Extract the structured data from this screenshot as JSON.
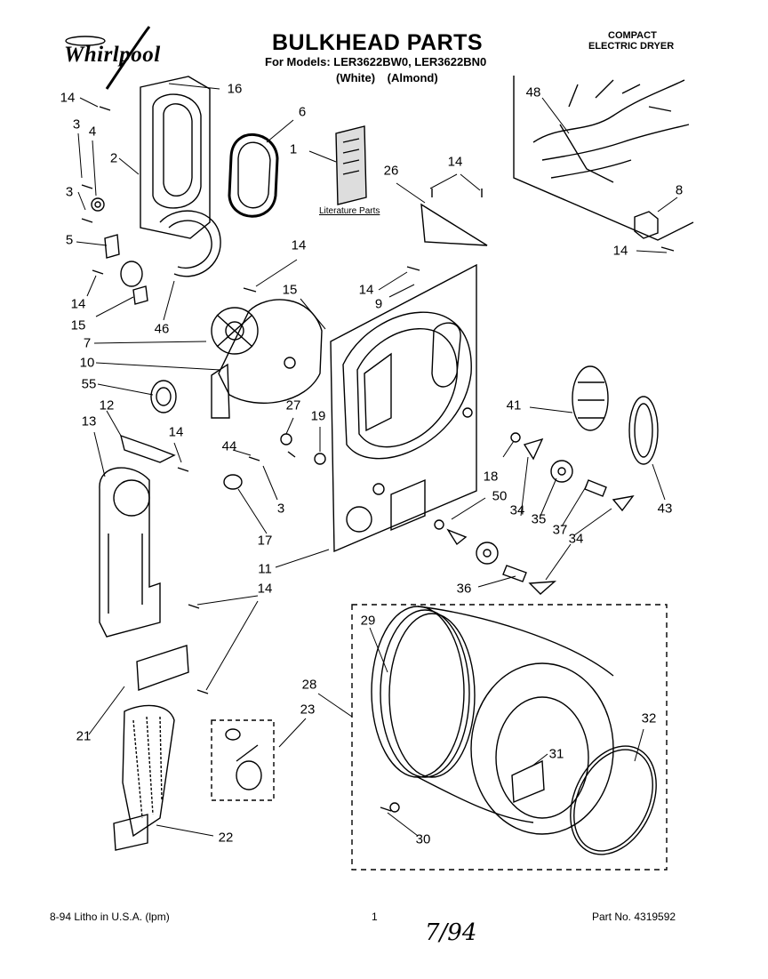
{
  "brand": "Whirlpool",
  "title": "BULKHEAD PARTS",
  "models": "For Models: LER3622BW0, LER3622BN0",
  "colors": "(White)   (Almond)",
  "category_line1": "COMPACT",
  "category_line2": "ELECTRIC DRYER",
  "literature_label": "Literature Parts",
  "callouts": [
    {
      "id": "c14a",
      "text": "14"
    },
    {
      "id": "c16",
      "text": "16"
    },
    {
      "id": "c6",
      "text": "6"
    },
    {
      "id": "c3a",
      "text": "3"
    },
    {
      "id": "c4",
      "text": "4"
    },
    {
      "id": "c2",
      "text": "2"
    },
    {
      "id": "c3b",
      "text": "3"
    },
    {
      "id": "c5",
      "text": "5"
    },
    {
      "id": "c14b",
      "text": "14"
    },
    {
      "id": "c15a",
      "text": "15"
    },
    {
      "id": "c46",
      "text": "46"
    },
    {
      "id": "c1",
      "text": "1"
    },
    {
      "id": "c26",
      "text": "26"
    },
    {
      "id": "c14c",
      "text": "14"
    },
    {
      "id": "c48",
      "text": "48"
    },
    {
      "id": "c8",
      "text": "8"
    },
    {
      "id": "c14d",
      "text": "14"
    },
    {
      "id": "c14e",
      "text": "14"
    },
    {
      "id": "c15b",
      "text": "15"
    },
    {
      "id": "c14f",
      "text": "14"
    },
    {
      "id": "c9",
      "text": "9"
    },
    {
      "id": "c7",
      "text": "7"
    },
    {
      "id": "c10",
      "text": "10"
    },
    {
      "id": "c55",
      "text": "55"
    },
    {
      "id": "c12",
      "text": "12"
    },
    {
      "id": "c13",
      "text": "13"
    },
    {
      "id": "c14g",
      "text": "14"
    },
    {
      "id": "c27",
      "text": "27"
    },
    {
      "id": "c19",
      "text": "19"
    },
    {
      "id": "c44",
      "text": "44"
    },
    {
      "id": "c3c",
      "text": "3"
    },
    {
      "id": "c41",
      "text": "41"
    },
    {
      "id": "c43",
      "text": "43"
    },
    {
      "id": "c18",
      "text": "18"
    },
    {
      "id": "c50",
      "text": "50"
    },
    {
      "id": "c34a",
      "text": "34"
    },
    {
      "id": "c35",
      "text": "35"
    },
    {
      "id": "c37",
      "text": "37"
    },
    {
      "id": "c34b",
      "text": "34"
    },
    {
      "id": "c17",
      "text": "17"
    },
    {
      "id": "c11",
      "text": "11"
    },
    {
      "id": "c14h",
      "text": "14"
    },
    {
      "id": "c36",
      "text": "36"
    },
    {
      "id": "c29",
      "text": "29"
    },
    {
      "id": "c28",
      "text": "28"
    },
    {
      "id": "c23",
      "text": "23"
    },
    {
      "id": "c32",
      "text": "32"
    },
    {
      "id": "c21",
      "text": "21"
    },
    {
      "id": "c31",
      "text": "31"
    },
    {
      "id": "c30",
      "text": "30"
    },
    {
      "id": "c22",
      "text": "22"
    }
  ],
  "footer": {
    "left": "8-94  Litho in U.S.A. (lpm)",
    "page": "1",
    "part_no": "Part No. 4319592",
    "handwritten": "7/94"
  }
}
